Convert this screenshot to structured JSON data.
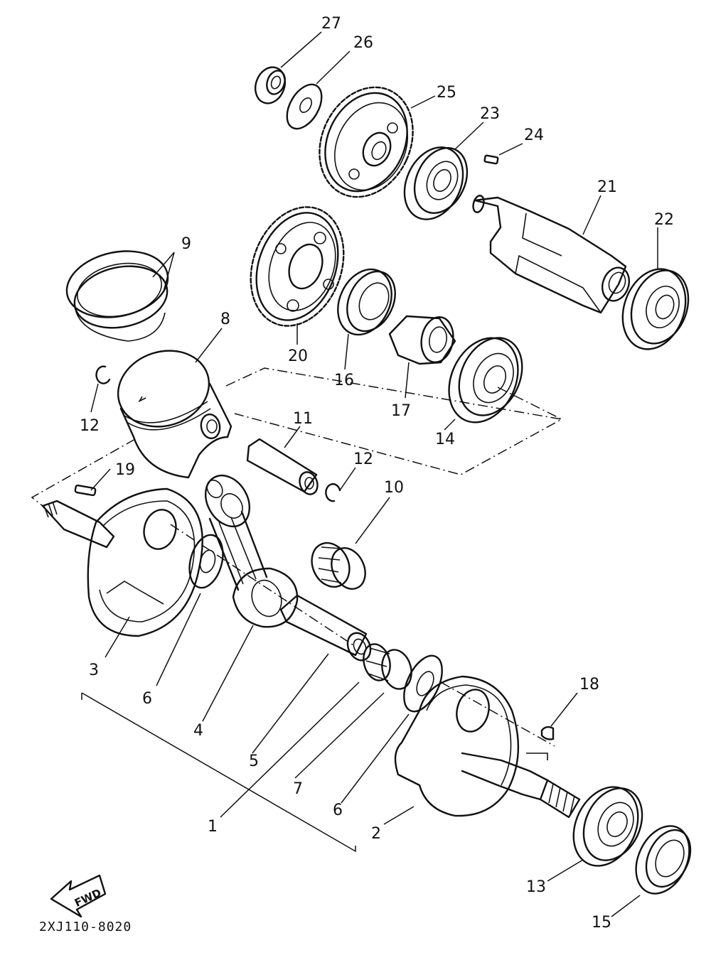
{
  "diagram_code": "2XJ110-8020",
  "fwd_label": "FWD",
  "callouts": [
    "1",
    "2",
    "3",
    "4",
    "5",
    "6",
    "6",
    "7",
    "8",
    "9",
    "10",
    "11",
    "12",
    "12",
    "13",
    "14",
    "15",
    "16",
    "17",
    "18",
    "19",
    "20",
    "21",
    "22",
    "23",
    "24",
    "25",
    "26",
    "27"
  ]
}
